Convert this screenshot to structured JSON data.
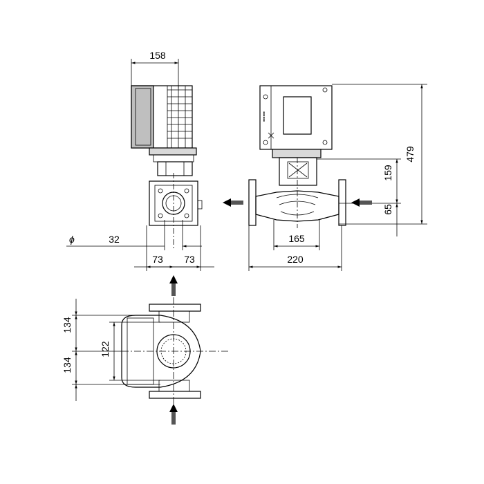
{
  "dimensions": {
    "front_width": "158",
    "diameter_symbol": "ϕ",
    "pipe_diameter": "32",
    "flange_left": "73",
    "flange_right": "73",
    "side_overall_height": "479",
    "side_motor_to_axis": "159",
    "side_axis_to_base": "65",
    "side_port_to_port": "165",
    "side_flange_to_flange": "220",
    "top_upper": "134",
    "top_lower": "134",
    "top_middle": "122"
  },
  "colors": {
    "line": "#000000",
    "fill": "#d9d9d9"
  },
  "icons": [
    "flow-arrow-icon",
    "logo-badge-icon"
  ]
}
